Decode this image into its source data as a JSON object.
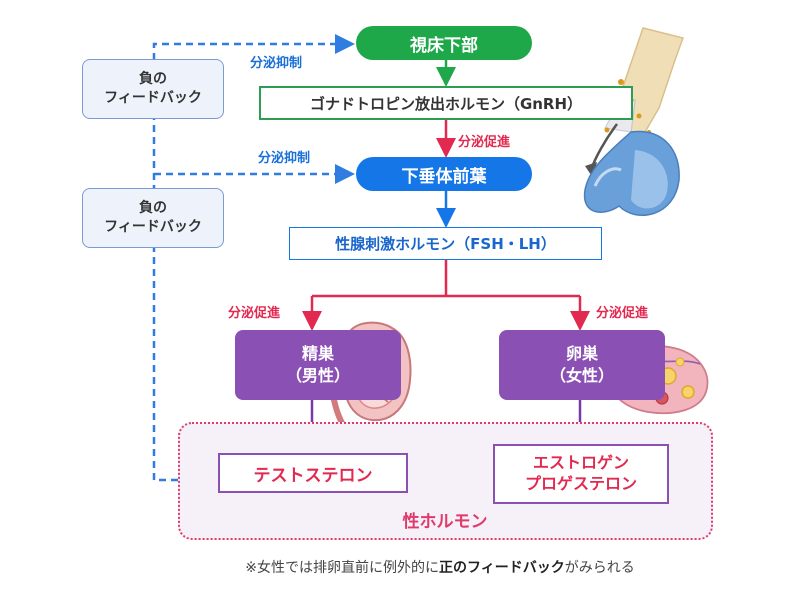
{
  "nodes": {
    "hypothalamus": "視床下部",
    "gnrh": "ゴナドトロピン放出ホルモン（GnRH）",
    "pituitary": "下垂体前葉",
    "fsh_lh": "性腺刺激ホルモン（FSH・LH）",
    "testis_line1": "精巣",
    "testis_line2": "（男性）",
    "ovary_line1": "卵巣",
    "ovary_line2": "（女性）",
    "testosterone": "テストステロン",
    "estrogen_line1": "エストロゲン",
    "estrogen_line2": "プロゲステロン",
    "sex_hormone": "性ホルモン"
  },
  "feedback": {
    "line1": "負の",
    "line2": "フィードバック"
  },
  "labels": {
    "inhibit_top": "分泌抑制",
    "inhibit_mid": "分泌抑制",
    "promote_pituitary": "分泌促進",
    "promote_testis": "分泌促進",
    "promote_ovary": "分泌促進"
  },
  "note": {
    "prefix": "※女性では排卵直前に例外的に",
    "bold": "正のフィードバック",
    "suffix": "がみられる"
  },
  "colors": {
    "green": "#1ea84a",
    "blue": "#1576e8",
    "red": "#e2294f",
    "purple": "#8b50b4",
    "dashed_blue": "#2f7de0"
  }
}
